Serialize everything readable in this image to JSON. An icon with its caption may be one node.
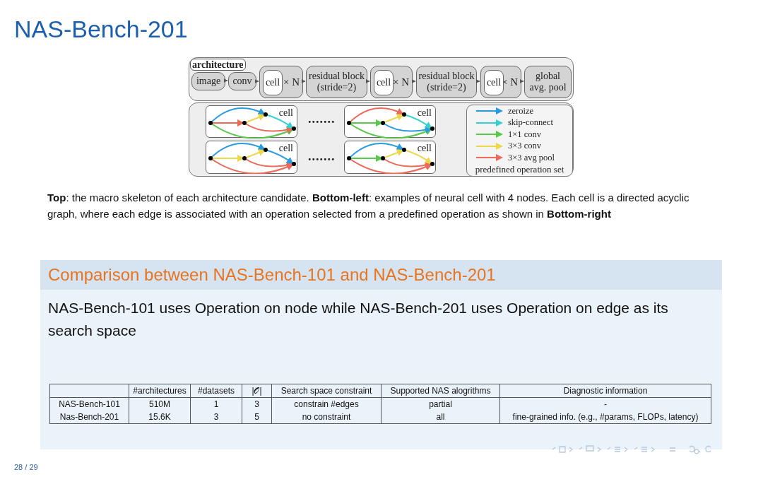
{
  "diagram": {
    "title": "NAS-Bench-201",
    "caption": "**Top**: the macro skeleton of each architecture candidate. **Bottom-left**: examples of neural cell with 4 nodes. Each cell is a directed acyclic graph, where each edge is associated with an operation selected from a predefined operation as shown in **Bottom-right**",
    "nodes": [
      {
        "text": [
          "architecture"
        ]
      },
      {
        "text": [
          "image"
        ],
        "in": 0
      },
      {
        "text": [
          "conv"
        ],
        "in": 0
      },
      {
        "text": [
          "× N"
        ],
        "in": 0
      },
      {
        "text": [
          "cell"
        ],
        "in": 3
      },
      {
        "text": [
          "residual block (stride=2)"
        ],
        "in": 0
      },
      {
        "text": [
          "× N"
        ],
        "in": 0
      },
      {
        "text": [
          "cell"
        ],
        "in": 6
      },
      {
        "text": [
          "residual block (stride=2)"
        ],
        "in": 0
      },
      {
        "text": [
          "× N"
        ],
        "in": 0
      },
      {
        "text": [
          "cell"
        ],
        "in": 9
      },
      {
        "text": [
          "global avg. pool"
        ],
        "in": 0
      },
      {
        "text": [],
        "shape": "box"
      },
      {
        "text": [
          "cell"
        ],
        "in": 12
      },
      {
        "text": [
          "cell"
        ],
        "in": 12
      },
      {
        "text": [
          "cell"
        ],
        "in": 12
      },
      {
        "text": [
          "cell"
        ],
        "in": 12
      },
      {
        "text": [
          "predefined operation set"
        ],
        "in": 12
      },
      {
        "text": [
          "Comparison between NAS-Bench-101 and NAS-Bench-201",
          "NAS-Bench-101 uses Operation on node while NAS-Bench-201 uses Operation on edge as its search space"
        ]
      }
    ],
    "edges": [
      {
        "from": 1,
        "to": 2,
        "arrow": "to"
      },
      {
        "from": 2,
        "to": 3,
        "arrow": "to"
      },
      {
        "from": 3,
        "to": 5,
        "arrow": "to"
      },
      {
        "from": 5,
        "to": 6,
        "arrow": "to"
      },
      {
        "from": 6,
        "to": 8,
        "arrow": "to"
      },
      {
        "from": 8,
        "to": 9,
        "arrow": "to"
      },
      {
        "from": 9,
        "to": 11,
        "arrow": "to"
      }
    ],
    "labels": [
      ".......",
      ".......",
      "#architectures",
      "#datasets",
      "|𝒪|",
      "Search space constraint",
      "Supported NAS alogrithms",
      "Diagnostic information",
      "NAS-Bench-101",
      "510M",
      "1",
      "3",
      "constrain #edges",
      "partial",
      "-",
      "Nas-Bench-201",
      "15.6K",
      "3",
      "5",
      "no constraint",
      "all",
      "fine-grained info. (e.g., #params, FLOPs, latency)",
      "28 / 29"
    ],
    "legend": [
      {
        "text": "zeroize"
      },
      {
        "text": "skip-connect"
      },
      {
        "text": "1×1 conv"
      },
      {
        "text": "3×3 conv"
      },
      {
        "text": "3×3 avg pool"
      }
    ]
  }
}
